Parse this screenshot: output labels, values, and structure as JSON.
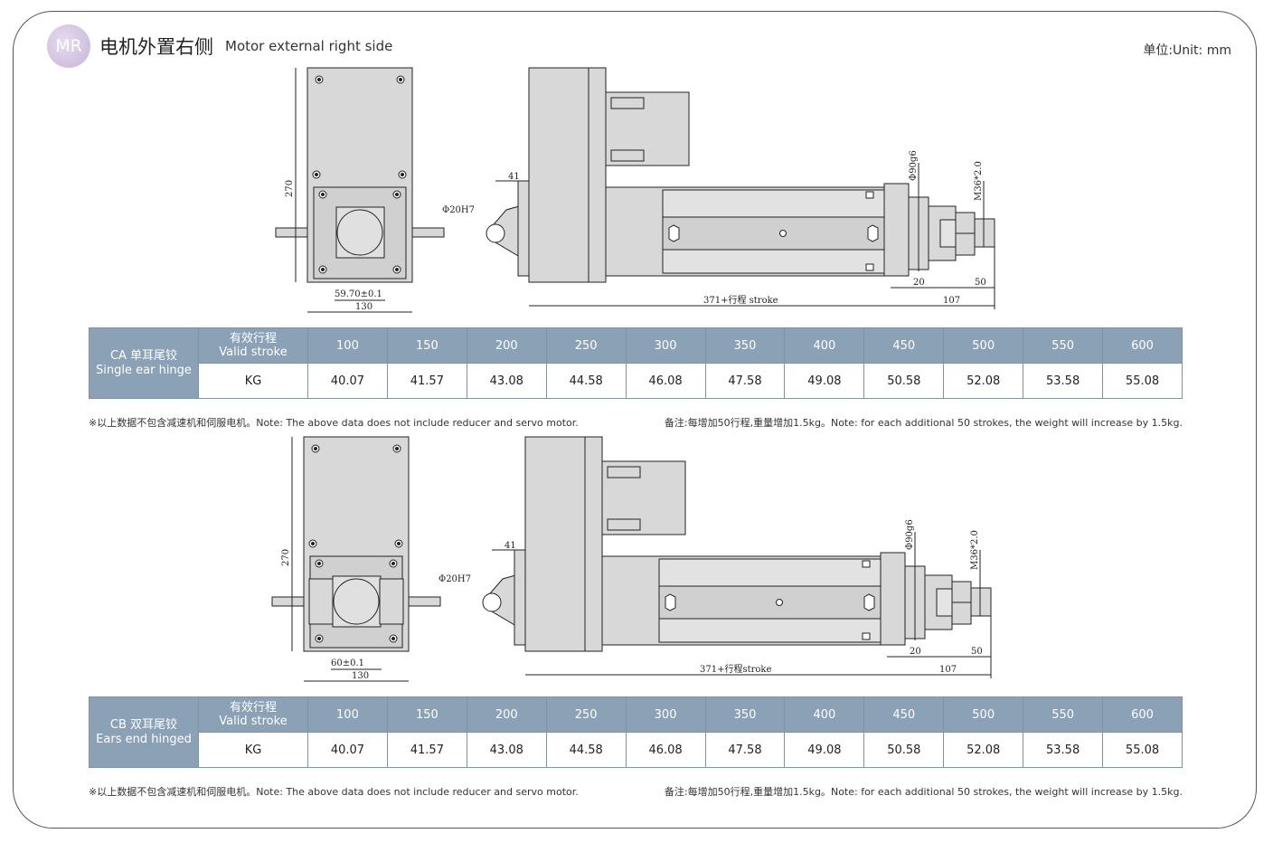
{
  "header": {
    "badge": "MR",
    "title_cn": "电机外置右侧",
    "title_en": "Motor external right side",
    "unit": "单位:Unit: mm"
  },
  "sections": [
    {
      "model_cn": "CA 单耳尾铰",
      "model_en": "Single ear hinge",
      "dims": {
        "height": "270",
        "inner_width": "59.70±0.1",
        "width": "130",
        "ear": "41",
        "pin": "Φ20H7",
        "length": "371+行程 stroke",
        "flange": "Φ90g6",
        "thread": "M36*2.0",
        "d20": "20",
        "d107": "107",
        "d50": "50"
      }
    },
    {
      "model_cn": "CB 双耳尾铰",
      "model_en": "Ears end hinged",
      "dims": {
        "height": "270",
        "inner_width": "60±0.1",
        "width": "130",
        "ear": "41",
        "pin": "Φ20H7",
        "length": "371+行程stroke",
        "flange": "Φ90g6",
        "thread": "M36*2.0",
        "d20": "20",
        "d107": "107",
        "d50": "50"
      }
    }
  ],
  "table": {
    "stroke_label_cn": "有效行程",
    "stroke_label_en": "Valid stroke",
    "kg_label": "KG",
    "strokes": [
      "100",
      "150",
      "200",
      "250",
      "300",
      "350",
      "400",
      "450",
      "500",
      "550",
      "600"
    ],
    "weights": [
      "40.07",
      "41.57",
      "43.08",
      "44.58",
      "46.08",
      "47.58",
      "49.08",
      "50.58",
      "52.08",
      "53.58",
      "55.08"
    ]
  },
  "notes": {
    "left": "※以上数据不包含减速机和伺服电机。Note: The above data does not include reducer and servo motor.",
    "right": "备注:每增加50行程,重量增加1.5kg。Note: for each additional 50 strokes, the weight will increase by 1.5kg."
  }
}
